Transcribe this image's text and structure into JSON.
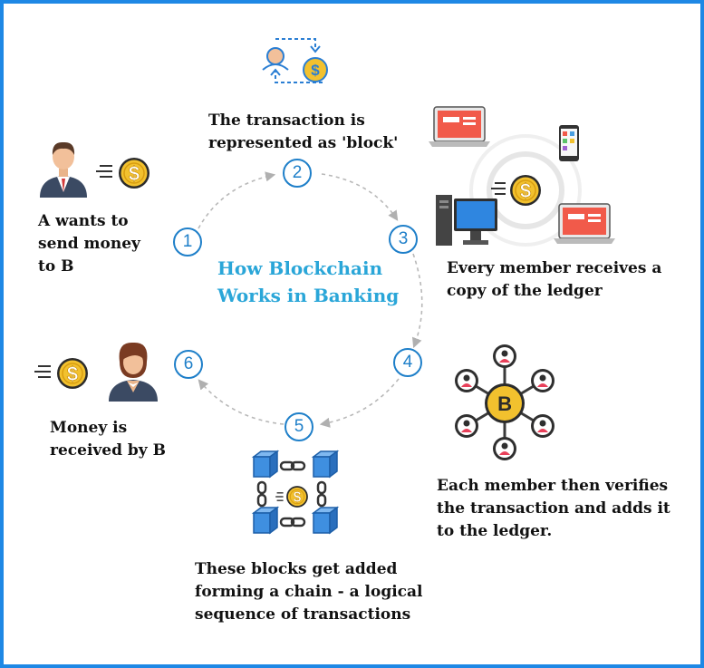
{
  "diagram": {
    "title_line1": "How Blockchain",
    "title_line2": "Works in Banking",
    "colors": {
      "border": "#1e88e5",
      "title": "#2aa6d8",
      "step_number": "#1e7fc9",
      "coin": "#f2c12e",
      "node": "#3a3a3a",
      "block": "#3f8fe0"
    },
    "steps": [
      {
        "number": "1",
        "text": "A wants to\nsend money\nto B",
        "icon": "businessman-icon"
      },
      {
        "number": "2",
        "text": "The transaction is\nrepresented as 'block'",
        "icon": "transaction-exchange-icon"
      },
      {
        "number": "3",
        "text": "Every member receives a\ncopy of the ledger",
        "icon": "network-devices-icon"
      },
      {
        "number": "4",
        "text": "Each member then verifies\nthe transaction and adds it\nto the ledger.",
        "icon": "bitcoin-network-icon"
      },
      {
        "number": "5",
        "text": "These blocks get added\nforming a chain - a logical\nsequence of transactions",
        "icon": "chained-blocks-icon"
      },
      {
        "number": "6",
        "text": "Money is\nreceived by B",
        "icon": "businesswoman-icon"
      }
    ]
  }
}
